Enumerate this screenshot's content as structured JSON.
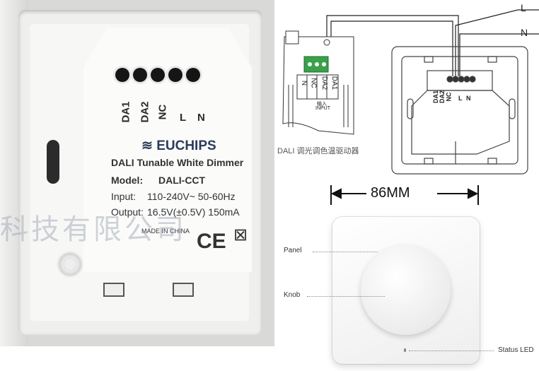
{
  "photo": {
    "terminals": [
      "DA1",
      "DA2",
      "NC",
      "L",
      "N"
    ],
    "brand": "EUCHIPS",
    "product_title": "DALI Tunable White Dimmer",
    "model_label": "Model:",
    "model_value": "DALI-CCT",
    "input_label": "Input:",
    "input_value": "110-240V~ 50-60Hz",
    "output_label": "Output:",
    "output_value": "16.5V(±0.5V) 150mA",
    "made_in": "MADE IN CHINA",
    "ce_mark": "CE",
    "watermark": "科技有限公司"
  },
  "diagram": {
    "line_L": "L",
    "line_N": "N",
    "block_labels": [
      "N",
      "NC",
      "DA2",
      "DA1"
    ],
    "input_label": "INPUT",
    "input_cn": "输入",
    "caption": "DALI 调光调色温驱动器",
    "terminals": [
      "DA1",
      "DA2",
      "NC",
      "L",
      "N"
    ],
    "dimension": "86MM"
  },
  "product": {
    "panel_label": "Panel",
    "knob_label": "Knob",
    "status_led_label": "Status LED"
  }
}
